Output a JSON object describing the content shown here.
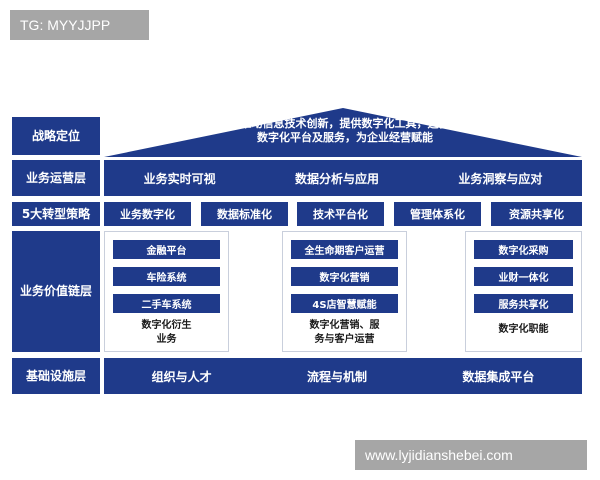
{
  "watermark_top": "TG: MYYJJPP",
  "watermark_bottom": "www.lyjidianshebei.com",
  "colors": {
    "navy": "#1f3a8a",
    "border": "#c9cfdc"
  },
  "rows": {
    "strategy": {
      "label": "战略定位",
      "text_line1": "推动信息技术创新，提供数字化工具，运营",
      "text_line2": "数字化平台及服务，为企业经营赋能"
    },
    "operation": {
      "label": "业务运营层",
      "items": [
        "业务实时可视",
        "数据分析与应用",
        "业务洞察与应对"
      ]
    },
    "strategies": {
      "label": "5大转型策略",
      "items": [
        "业务数字化",
        "数据标准化",
        "技术平台化",
        "管理体系化",
        "资源共享化"
      ]
    },
    "value_chain": {
      "label": "业务价值链层",
      "groups": [
        {
          "items": [
            "金融平台",
            "车险系统",
            "二手车系统"
          ],
          "caption_line1": "数字化衍生",
          "caption_line2": "业务"
        },
        {
          "items": [
            "全生命期客户运营",
            "数字化营销",
            "4S店智慧赋能"
          ],
          "caption_line1": "数字化营销、服",
          "caption_line2": "务与客户运营"
        },
        {
          "items": [
            "数字化采购",
            "业财一体化",
            "服务共享化"
          ],
          "caption_line1": "数字化职能",
          "caption_line2": ""
        }
      ]
    },
    "infrastructure": {
      "label": "基础设施层",
      "items": [
        "组织与人才",
        "流程与机制",
        "数据集成平台"
      ]
    }
  }
}
